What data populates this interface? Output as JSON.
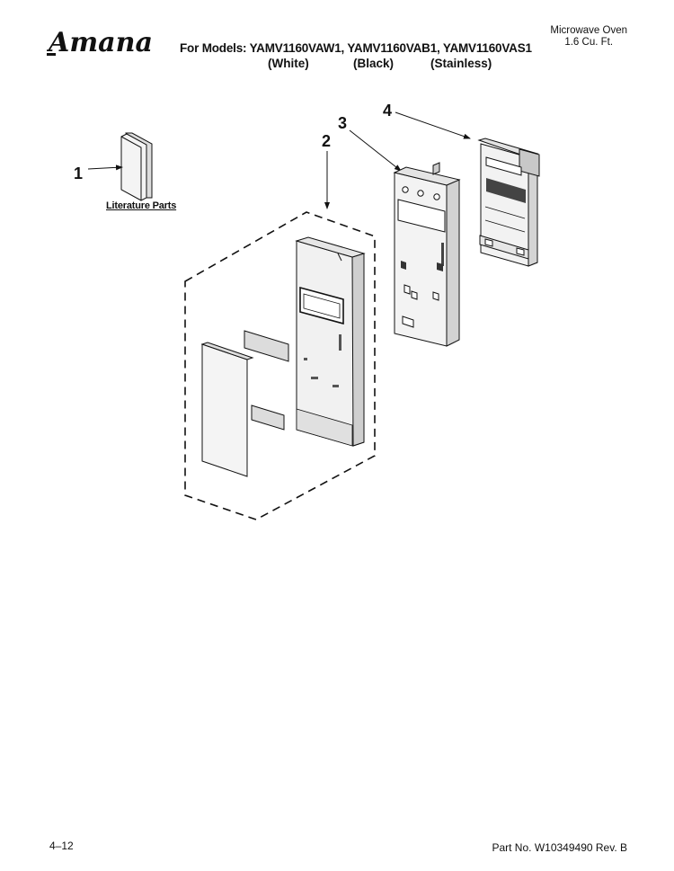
{
  "header": {
    "brand": "Amana",
    "models_line": "For Models: YAMV1160VAW1, YAMV1160VAB1, YAMV1160VAS1",
    "variant_white": "(White)",
    "variant_black": "(Black)",
    "variant_stainless": "(Stainless)",
    "product_name": "Microwave Oven",
    "product_capacity": "1.6 Cu. Ft."
  },
  "diagram": {
    "callouts": [
      "1",
      "2",
      "3",
      "4"
    ],
    "literature_label": "Literature Parts"
  },
  "footer": {
    "page_number": "4–12",
    "part_number": "Part No. W10349490 Rev. B"
  }
}
